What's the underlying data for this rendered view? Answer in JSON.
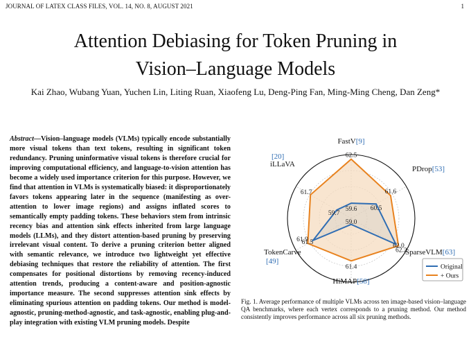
{
  "header": {
    "running_title": "JOURNAL OF LATEX CLASS FILES, VOL. 14, NO. 8, AUGUST 2021",
    "page_number": "1"
  },
  "paper": {
    "title_line1": "Attention Debiasing for Token Pruning in",
    "title_line2": "Vision–Language Models",
    "authors": "Kai Zhao, Wubang Yuan, Yuchen Lin, Liting Ruan, Xiaofeng Lu, Deng-Ping Fan, Ming-Ming Cheng, Dan Zeng*"
  },
  "abstract": {
    "label": "Abstract—",
    "text": "Vision–language models (VLMs) typically encode substantially more visual tokens than text tokens, resulting in significant token redundancy. Pruning uninformative visual tokens is therefore crucial for improving computational efficiency, and language-to-vision attention has become a widely used importance criterion for this purpose. However, we find that attention in VLMs is systematically biased: it disproportionately favors tokens appearing later in the sequence (manifesting as over-attention to lower image regions) and assigns inflated scores to semantically empty padding tokens. These behaviors stem from intrinsic recency bias and attention sink effects inherited from large language models (LLMs), and they distort attention-based pruning by preserving irrelevant visual content. To derive a pruning criterion better aligned with semantic relevance, we introduce two lightweight yet effective debiasing techniques that restore the reliability of attention. The first compensates for positional distortions by removing recency-induced attention trends, producing a content-aware and position-agnostic importance measure. The second suppresses attention sink effects by eliminating spurious attention on padding tokens. Our method is model-agnostic, pruning-method-agnostic, and task-agnostic, enabling plug-and-play integration with existing VLM pruning models. Despite"
  },
  "figure": {
    "caption": "Fig. 1.   Average performance of multiple VLMs across ten image-based vision–language QA benchmarks, where each vertex corresponds to a pruning method. Our method consistently improves performance across all six pruning methods."
  },
  "chart_data": {
    "type": "radar",
    "axes": [
      {
        "name": "FastV",
        "ref": "[9]"
      },
      {
        "name": "PDrop",
        "ref": "[53]"
      },
      {
        "name": "SparseVLM",
        "ref": "[63]"
      },
      {
        "name": "HiMAP",
        "ref": "[58]"
      },
      {
        "name": "TokenCarve",
        "ref": "[49]"
      },
      {
        "name": "iLLaVA",
        "ref": "[20]"
      }
    ],
    "series": [
      {
        "name": "Original",
        "color": "#2f6db3",
        "values": [
          59.6,
          60.5,
          62.0,
          59.0,
          61.5,
          59.7
        ]
      },
      {
        "name": "+ Ours",
        "color": "#e8821e",
        "values": [
          62.5,
          61.6,
          62.2,
          61.4,
          61.9,
          61.7
        ]
      }
    ],
    "legend_position": "bottom-right",
    "colors": {
      "original": "#2f6db3",
      "ours": "#e8821e",
      "ours_fill": "#f6dcc0",
      "ref_link": "#2f6db3"
    }
  }
}
